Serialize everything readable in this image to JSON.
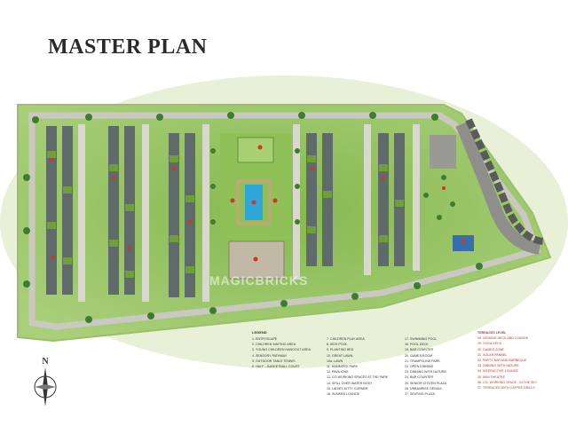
{
  "title": "MASTER PLAN",
  "legend": {
    "heading": "LEGEND",
    "columns": [
      [
        "1. ENTRYSCAPE",
        "2. CHILDREN WAITING AREA",
        "3. YOUNG CHILDREN HANGOUT AREA",
        "4. SENSORY PATHWAY",
        "5. OUTDOOR TABLE TENNIS",
        "6. HALF – BASKETBALL COURT"
      ],
      [
        "7. CHILDREN PLAY AREA",
        "8. KIDS POOL",
        "9. PLANTING BED",
        "10. GREAT LAWN",
        "10a. LAWN",
        "11. HAMMOCK PARK",
        "12. PAVILIONS",
        "13. CO-WORKING SPACES AT THE PARK",
        "14. SPILL OVER WATER BODY",
        "15. LADIES KITTY CORNER",
        "16. SUNKEN LOUNGE"
      ],
      [
        "17. SWIMMING POOL",
        "18. POOL DECK",
        "19. BAR COUNTER",
        "20. GAMES ROOM",
        "21. TRAMPOLINE PARK",
        "22. OPEN DINNING",
        "23. DINNING WITH NATURE",
        "24. BAR COUNTER",
        "25. SENIOR CITIZEN PLAZA",
        "26. URBANRISE GENIUS",
        "27. SEATING PLAZA"
      ]
    ],
    "terrace": {
      "heading": "TERRACES LEVEL",
      "items": [
        "28. VIEWING DECK AND LOUNGE",
        "29. YOGA DECK",
        "30. GAMES ZONE",
        "31. SOLAR PANNEL",
        "32. PARTY BAR AND BARBEQUE",
        "33. DINNING WITH NATURE",
        "34. INTERACTIVE LOUNGE",
        "35. MINI THEATRE",
        "36. CO- WORKING SPACE - IN THE SKY",
        "37. TERRACES WITH CAFFEE GRILLS"
      ]
    }
  },
  "compass": {
    "label": "N"
  },
  "watermark": "MAGICBRICKS",
  "colors": {
    "grass": "#7fb24a",
    "road": "#c9c9c2",
    "villa": "#5e6b6a",
    "tree": "#3f7d2e",
    "pool": "#2fa6d8",
    "marker": "#d6332b"
  }
}
